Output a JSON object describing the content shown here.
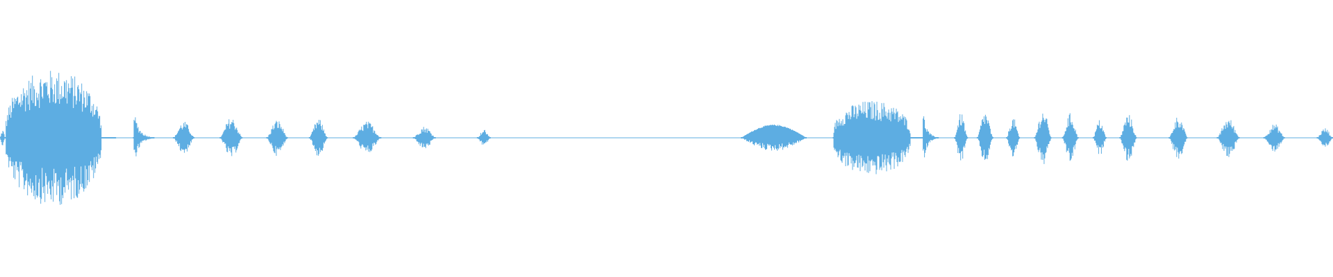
{
  "waveform": {
    "color": "#5dade2",
    "centerline_color": "#5dade2",
    "segments": [
      {
        "start": 0.0,
        "end": 0.004,
        "amp": 0.1
      },
      {
        "start": 0.004,
        "end": 0.087,
        "amp": 0.82,
        "shape": "swell"
      },
      {
        "start": 0.1,
        "end": 0.116,
        "amp": 0.38,
        "shape": "decay"
      },
      {
        "start": 0.13,
        "end": 0.146,
        "amp": 0.2
      },
      {
        "start": 0.165,
        "end": 0.182,
        "amp": 0.25
      },
      {
        "start": 0.2,
        "end": 0.216,
        "amp": 0.22
      },
      {
        "start": 0.232,
        "end": 0.246,
        "amp": 0.23
      },
      {
        "start": 0.265,
        "end": 0.286,
        "amp": 0.2
      },
      {
        "start": 0.31,
        "end": 0.327,
        "amp": 0.14
      },
      {
        "start": 0.358,
        "end": 0.368,
        "amp": 0.1
      },
      {
        "start": 0.556,
        "end": 0.605,
        "amp": 0.16,
        "shape": "smooth"
      },
      {
        "start": 0.625,
        "end": 0.692,
        "amp": 0.45,
        "shape": "swell"
      },
      {
        "start": 0.692,
        "end": 0.704,
        "amp": 0.4,
        "shape": "decay"
      },
      {
        "start": 0.716,
        "end": 0.726,
        "amp": 0.3
      },
      {
        "start": 0.733,
        "end": 0.745,
        "amp": 0.32
      },
      {
        "start": 0.755,
        "end": 0.765,
        "amp": 0.25
      },
      {
        "start": 0.776,
        "end": 0.789,
        "amp": 0.34
      },
      {
        "start": 0.797,
        "end": 0.809,
        "amp": 0.3
      },
      {
        "start": 0.82,
        "end": 0.83,
        "amp": 0.22
      },
      {
        "start": 0.84,
        "end": 0.853,
        "amp": 0.29
      },
      {
        "start": 0.877,
        "end": 0.891,
        "amp": 0.27
      },
      {
        "start": 0.913,
        "end": 0.93,
        "amp": 0.24
      },
      {
        "start": 0.948,
        "end": 0.964,
        "amp": 0.17
      },
      {
        "start": 0.988,
        "end": 1.0,
        "amp": 0.12
      }
    ]
  }
}
